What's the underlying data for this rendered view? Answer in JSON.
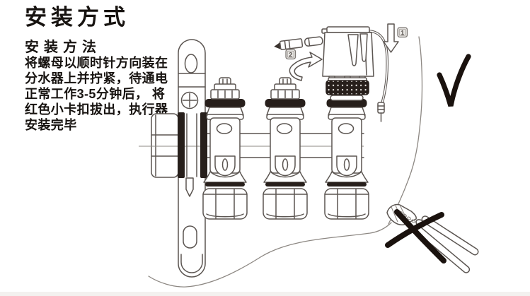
{
  "title": "安装方式",
  "instructions": {
    "heading": "安装方法",
    "lines": [
      "将螺母以顺时针方向装在",
      "分水器上并拧紧，待通电",
      "正常工作3-5分钟后， 将",
      "红色小卡扣拔出，执行器",
      "安装完毕"
    ]
  },
  "diagram": {
    "step1_label": "1",
    "step2_label": "2"
  },
  "colors": {
    "background": "#ffffff",
    "line_art": "#5b5551",
    "dark_fill": "#271f1b",
    "ink": "#1a120e"
  }
}
